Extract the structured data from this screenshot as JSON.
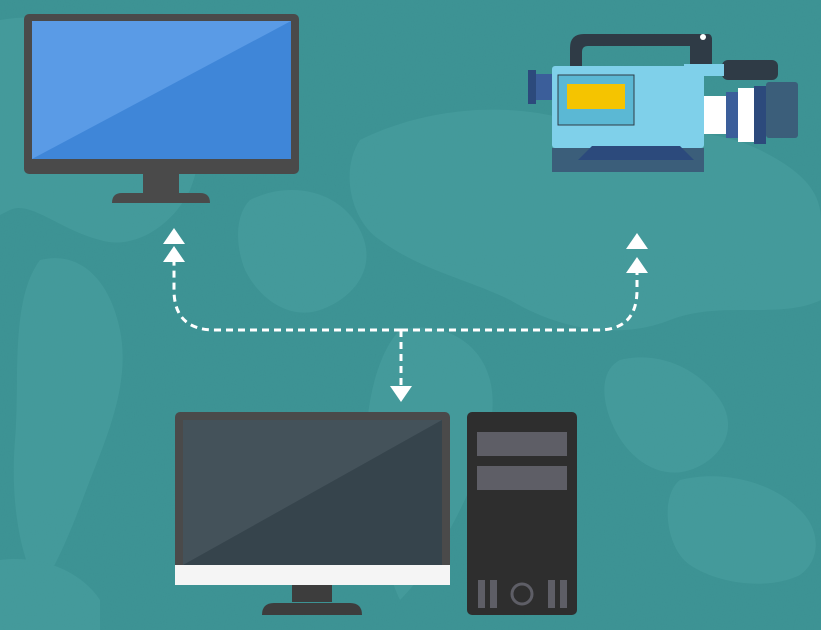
{
  "diagram": {
    "type": "network-connection",
    "nodes": [
      {
        "id": "monitor",
        "icon": "flat-monitor-icon",
        "state": "on"
      },
      {
        "id": "camera",
        "icon": "video-camera-icon"
      },
      {
        "id": "workstation",
        "icon": "desktop-computer-icon",
        "state": "off"
      }
    ],
    "edges": [
      {
        "from": "workstation",
        "to": "monitor",
        "style": "dashed",
        "arrow": "double"
      },
      {
        "from": "workstation",
        "to": "camera",
        "style": "dashed",
        "arrow": "double"
      }
    ]
  },
  "colors": {
    "background": "#3e9596",
    "map_land": "#4aa0a1",
    "connector": "#ffffff",
    "monitor_frame": "#4a4a4a",
    "monitor_screen": "#4a90e2",
    "camera_body": "#7fd0ea",
    "camera_dark": "#3b5e7a",
    "camera_display": "#f5c400",
    "pc_screen": "#3d4a52",
    "pc_tower": "#2e2e2e"
  }
}
